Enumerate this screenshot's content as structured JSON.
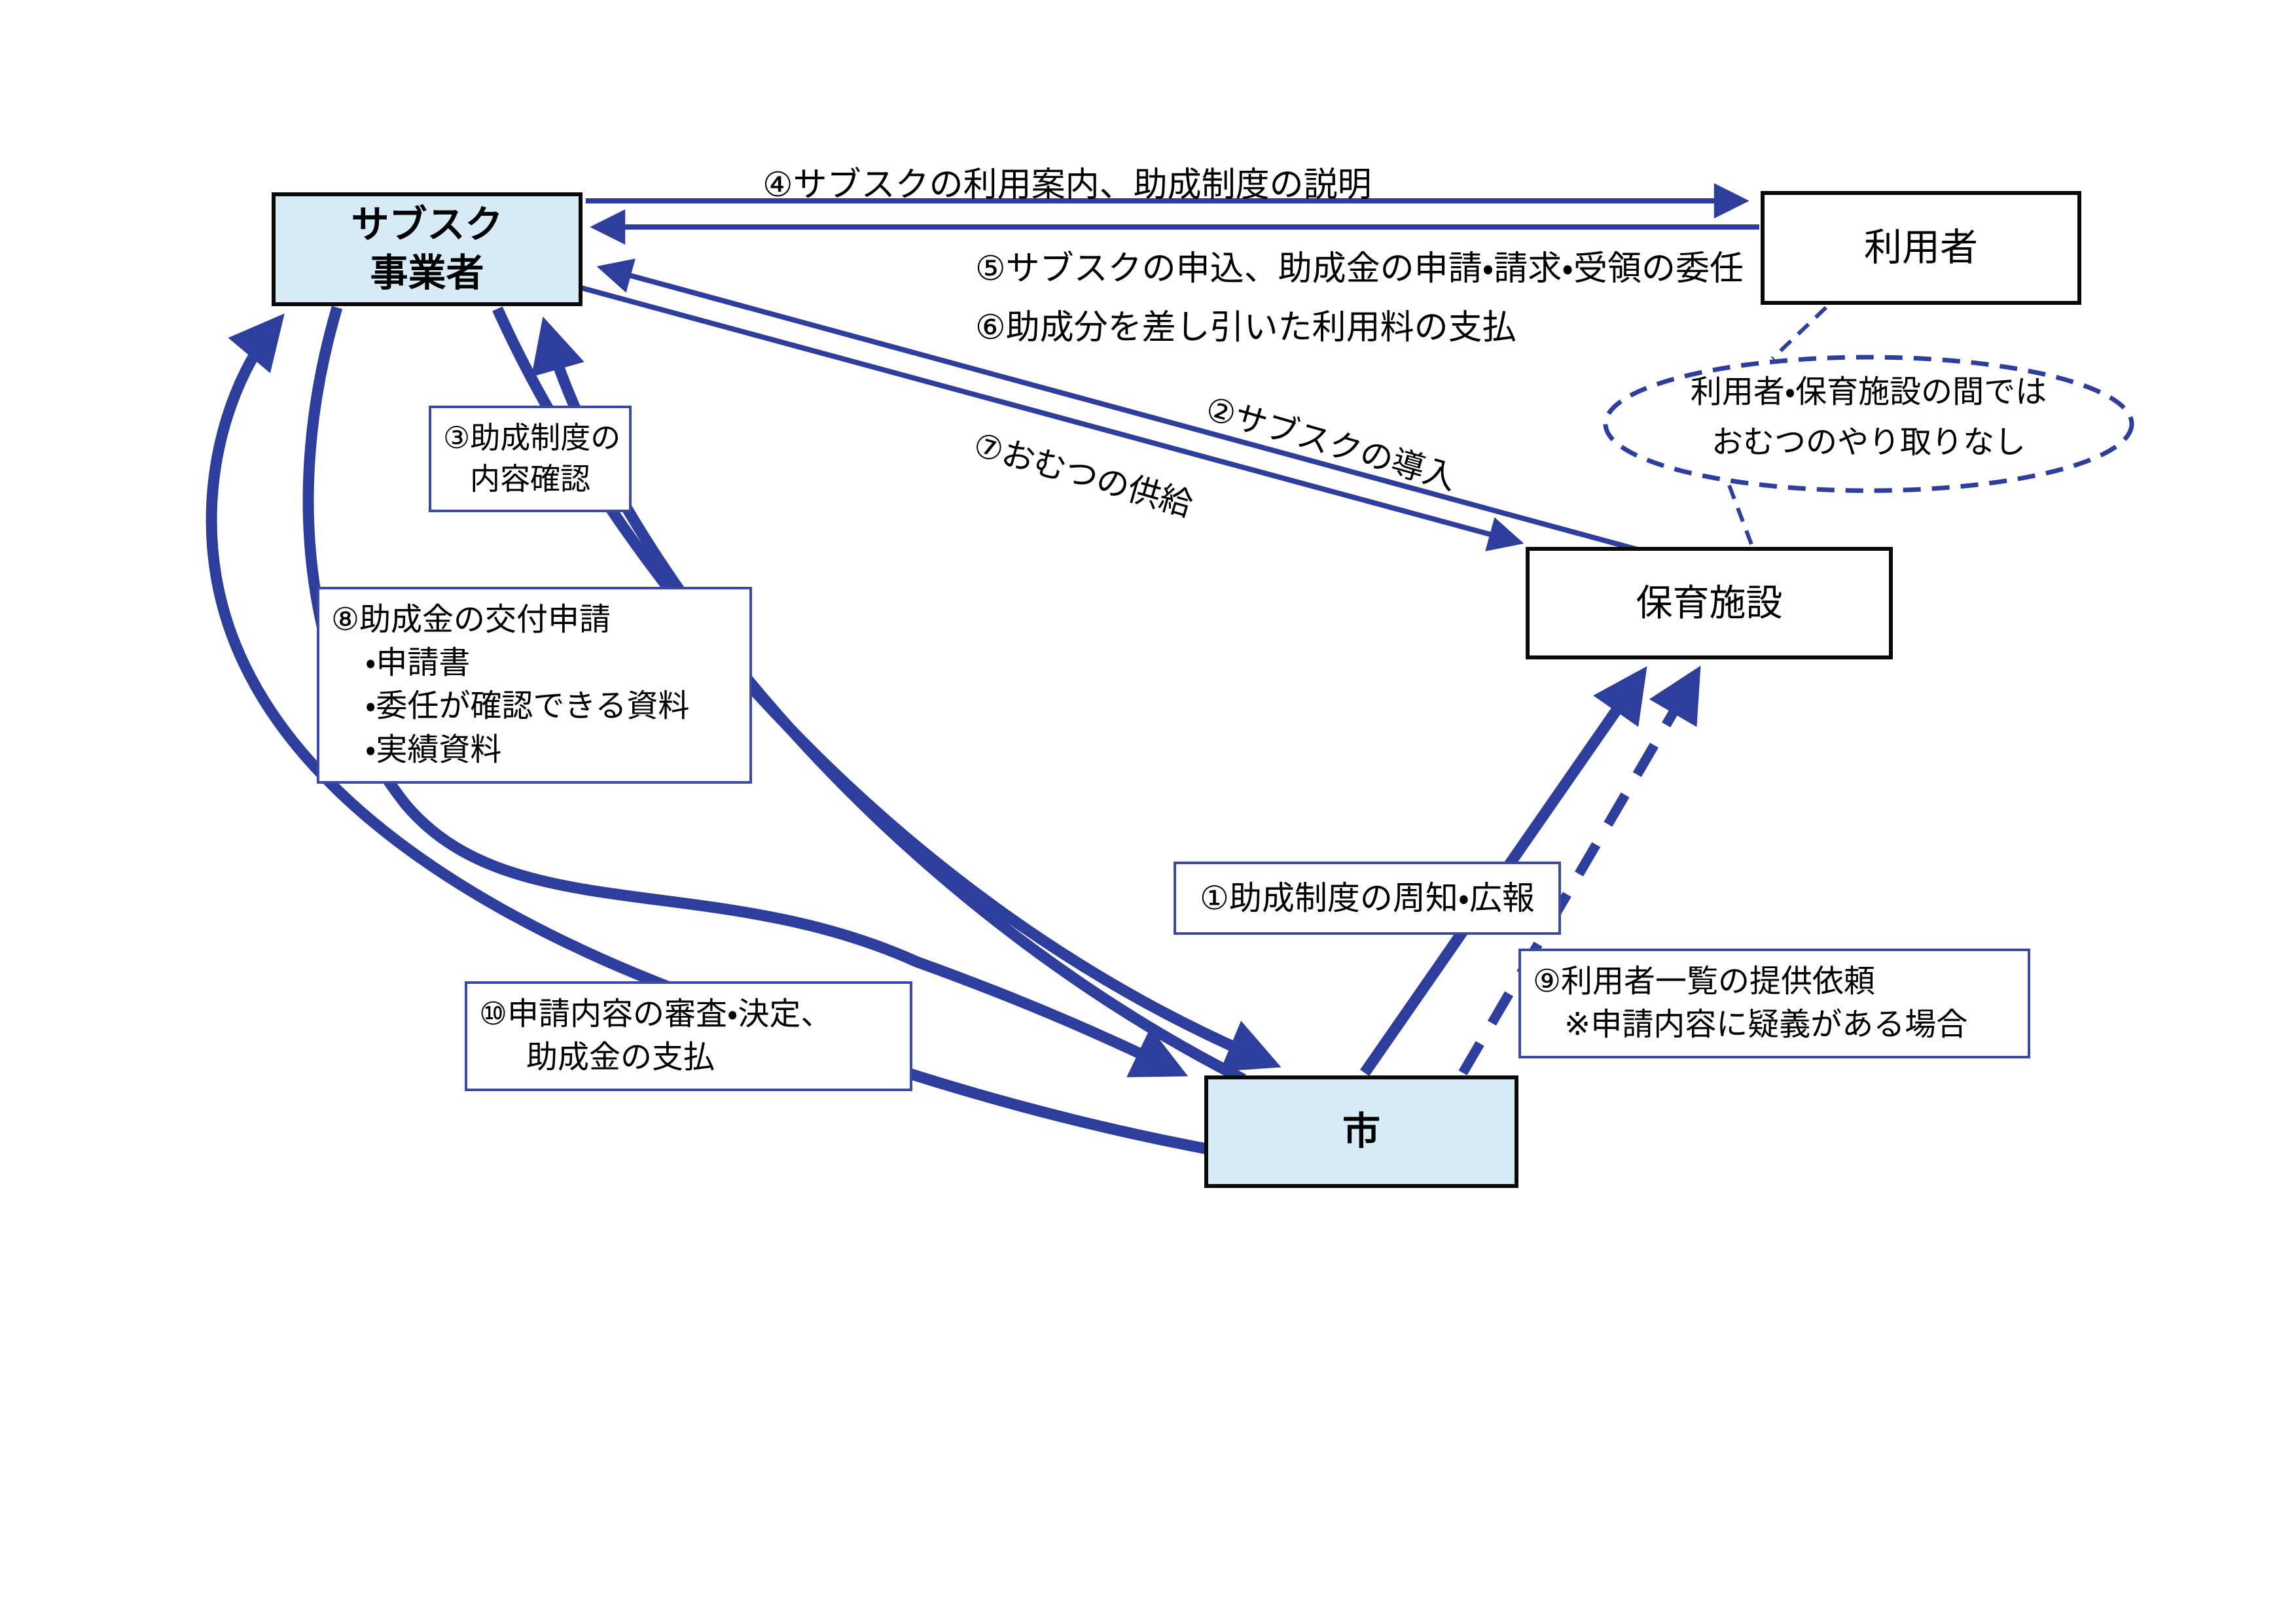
{
  "colors": {
    "arrow_blue": "#2e3e9c",
    "label_border_blue": "#3b4ba5",
    "node_fill_light_blue": "#d7ebf7",
    "node_fill_white": "#ffffff",
    "node_border_black": "#0a0a0a",
    "text_black": "#000000"
  },
  "nodes": {
    "subsc": {
      "line1": "サブスク",
      "line2": "事業者"
    },
    "user": {
      "label": "利用者"
    },
    "facility": {
      "label": "保育施設"
    },
    "city": {
      "label": "市"
    }
  },
  "labels": {
    "l4": "④サブスクの利用案内、助成制度の説明",
    "l5": "⑤サブスクの申込、助成金の申請・請求・受領の委任",
    "l6": "⑥助成分を差し引いた利用料の支払",
    "l2": "②サブスクの導入",
    "l7": "⑦おむつの供給",
    "l3": {
      "line1": "③助成制度の",
      "line2": "内容確認"
    },
    "l8": {
      "title": "⑧助成金の交付申請",
      "item1": "・申請書",
      "item2": "・委任が確認できる資料",
      "item3": "・実績資料"
    },
    "l1": "①助成制度の周知・広報",
    "l9": {
      "line1": "⑨利用者一覧の提供依頼",
      "line2": "※申請内容に疑義がある場合"
    },
    "l10": {
      "line1": "⑩申請内容の審査・決定、",
      "line2": "助成金の支払"
    },
    "note": {
      "line1": "利用者・保育施設の間では",
      "line2": "おむつのやり取りなし"
    }
  }
}
